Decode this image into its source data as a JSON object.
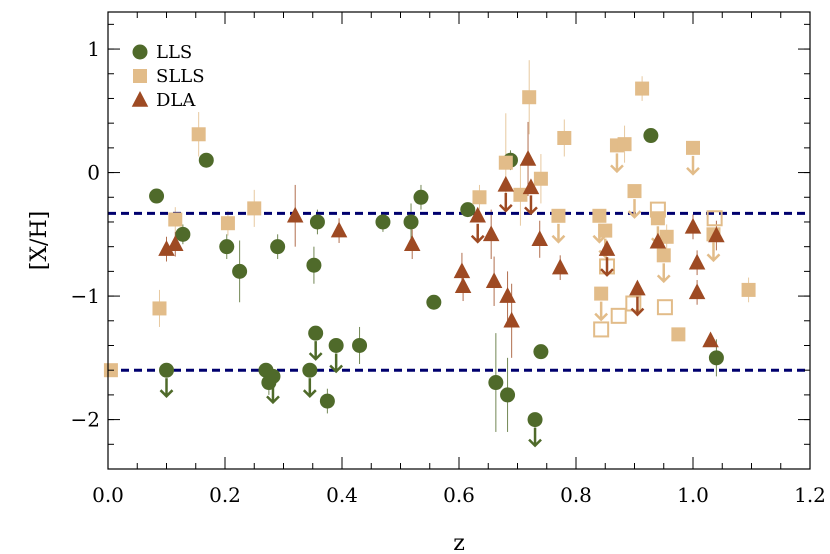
{
  "chart_data": {
    "type": "scatter",
    "xlabel": "z",
    "ylabel": "[X/H]",
    "xlim": [
      0.0,
      1.2
    ],
    "ylim": [
      -2.4,
      1.3
    ],
    "x_ticks": [
      0.0,
      0.2,
      0.4,
      0.6,
      0.8,
      1.0,
      1.2
    ],
    "y_ticks": [
      1,
      0,
      -1,
      -2
    ],
    "x_tick_labels": [
      "0.0",
      "0.2",
      "0.4",
      "0.6",
      "0.8",
      "1.0",
      "1.2"
    ],
    "y_tick_labels": [
      "1",
      "0",
      "−1",
      "−2"
    ],
    "grid": false,
    "legend_position": "top-left",
    "hlines": [
      {
        "y": -0.33,
        "color": "#00006e",
        "style": "dashed"
      },
      {
        "y": -1.6,
        "color": "#00006e",
        "style": "dashed"
      }
    ],
    "series": [
      {
        "name": "LLS",
        "marker": "circle",
        "color": "#4f6a2a",
        "points": [
          {
            "x": 0.083,
            "y": -0.19,
            "err": 0.05
          },
          {
            "x": 0.1,
            "y": -1.6,
            "upper_limit": true
          },
          {
            "x": 0.128,
            "y": -0.5,
            "err": 0.08
          },
          {
            "x": 0.168,
            "y": 0.1,
            "err": 0.05
          },
          {
            "x": 0.203,
            "y": -0.6,
            "err": 0.1
          },
          {
            "x": 0.225,
            "y": -0.8,
            "err": 0.25
          },
          {
            "x": 0.27,
            "y": -1.6,
            "err": 0.05
          },
          {
            "x": 0.275,
            "y": -1.7,
            "err": 0.1
          },
          {
            "x": 0.282,
            "y": -1.65,
            "upper_limit": true
          },
          {
            "x": 0.29,
            "y": -0.6,
            "err": 0.1
          },
          {
            "x": 0.345,
            "y": -1.6,
            "upper_limit": true
          },
          {
            "x": 0.352,
            "y": -0.75,
            "err": 0.15
          },
          {
            "x": 0.355,
            "y": -1.3,
            "upper_limit": true
          },
          {
            "x": 0.358,
            "y": -0.4,
            "err": 0.1
          },
          {
            "x": 0.375,
            "y": -1.85,
            "err": 0.1
          },
          {
            "x": 0.39,
            "y": -1.4,
            "upper_limit": true
          },
          {
            "x": 0.43,
            "y": -1.4,
            "err": 0.15
          },
          {
            "x": 0.47,
            "y": -0.4,
            "err": 0.08
          },
          {
            "x": 0.518,
            "y": -0.4,
            "err": 0.15
          },
          {
            "x": 0.535,
            "y": -0.2,
            "err": 0.1
          },
          {
            "x": 0.557,
            "y": -1.05,
            "err": 0.05
          },
          {
            "x": 0.615,
            "y": -0.3,
            "err": 0.05
          },
          {
            "x": 0.663,
            "y": -1.7,
            "err": 0.4
          },
          {
            "x": 0.683,
            "y": -1.8,
            "err": 0.3
          },
          {
            "x": 0.688,
            "y": 0.1,
            "err": 0.08
          },
          {
            "x": 0.73,
            "y": -2.0,
            "upper_limit": true
          },
          {
            "x": 0.74,
            "y": -1.45,
            "err": 0.05
          },
          {
            "x": 0.928,
            "y": 0.3,
            "err": 0.05
          },
          {
            "x": 1.04,
            "y": -1.5,
            "err": 0.15
          }
        ]
      },
      {
        "name": "SLLS",
        "marker": "square",
        "color": "#e2bc89",
        "points": [
          {
            "x": 0.005,
            "y": -1.6,
            "err": 0.05
          },
          {
            "x": 0.088,
            "y": -1.1,
            "err": 0.15
          },
          {
            "x": 0.115,
            "y": -0.38,
            "err": 0.1
          },
          {
            "x": 0.155,
            "y": 0.31,
            "err": 0.18
          },
          {
            "x": 0.205,
            "y": -0.41,
            "err": 0.1
          },
          {
            "x": 0.25,
            "y": -0.29,
            "err": 0.15
          },
          {
            "x": 0.635,
            "y": -0.2,
            "err": 0.1
          },
          {
            "x": 0.68,
            "y": 0.08,
            "err": 0.4
          },
          {
            "x": 0.705,
            "y": -0.18,
            "err": 0.25
          },
          {
            "x": 0.72,
            "y": 0.61,
            "err": 0.3
          },
          {
            "x": 0.74,
            "y": -0.05,
            "err": 0.2
          },
          {
            "x": 0.77,
            "y": -0.35,
            "upper_limit": true
          },
          {
            "x": 0.78,
            "y": 0.28,
            "err": 0.15
          },
          {
            "x": 0.84,
            "y": -0.35,
            "upper_limit": true
          },
          {
            "x": 0.843,
            "y": -0.98,
            "upper_limit": true
          },
          {
            "x": 0.85,
            "y": -0.47,
            "upper_limit": true
          },
          {
            "x": 0.87,
            "y": 0.22,
            "upper_limit": true
          },
          {
            "x": 0.883,
            "y": 0.23,
            "err": 0.15
          },
          {
            "x": 0.9,
            "y": -0.15,
            "upper_limit": true
          },
          {
            "x": 0.913,
            "y": 0.68,
            "err": 0.1
          },
          {
            "x": 0.94,
            "y": -0.37,
            "upper_limit": true
          },
          {
            "x": 0.95,
            "y": -0.67,
            "upper_limit": true
          },
          {
            "x": 0.955,
            "y": -0.52,
            "err": 0.1
          },
          {
            "x": 0.975,
            "y": -1.31,
            "err": 0.05
          },
          {
            "x": 1.0,
            "y": 0.2,
            "upper_limit": true
          },
          {
            "x": 1.035,
            "y": -0.5,
            "upper_limit": true
          },
          {
            "x": 1.095,
            "y": -0.95,
            "err": 0.1
          }
        ],
        "open_points": [
          {
            "x": 0.843,
            "y": -1.27
          },
          {
            "x": 0.853,
            "y": -0.76
          },
          {
            "x": 0.873,
            "y": -1.16
          },
          {
            "x": 0.898,
            "y": -1.06
          },
          {
            "x": 0.94,
            "y": -0.3
          },
          {
            "x": 0.952,
            "y": -1.09
          },
          {
            "x": 1.037,
            "y": -0.37
          }
        ]
      },
      {
        "name": "DLA",
        "marker": "triangle",
        "color": "#9e4a23",
        "points": [
          {
            "x": 0.1,
            "y": -0.62,
            "err": 0.1
          },
          {
            "x": 0.115,
            "y": -0.58,
            "err": 0.1
          },
          {
            "x": 0.32,
            "y": -0.35,
            "err": 0.25
          },
          {
            "x": 0.395,
            "y": -0.47,
            "err": 0.1
          },
          {
            "x": 0.52,
            "y": -0.58,
            "err": 0.12
          },
          {
            "x": 0.605,
            "y": -0.8,
            "err": 0.15
          },
          {
            "x": 0.607,
            "y": -0.92,
            "err": 0.12
          },
          {
            "x": 0.632,
            "y": -0.35,
            "upper_limit": true
          },
          {
            "x": 0.655,
            "y": -0.5,
            "err": 0.2
          },
          {
            "x": 0.66,
            "y": -0.88,
            "err": 0.2
          },
          {
            "x": 0.68,
            "y": -0.1,
            "upper_limit": true
          },
          {
            "x": 0.683,
            "y": -1.0,
            "err": 0.2
          },
          {
            "x": 0.69,
            "y": -1.2,
            "err": 0.3
          },
          {
            "x": 0.718,
            "y": 0.11,
            "err": 0.3
          },
          {
            "x": 0.723,
            "y": -0.12,
            "upper_limit": true
          },
          {
            "x": 0.738,
            "y": -0.54,
            "err": 0.15
          },
          {
            "x": 0.773,
            "y": -0.77,
            "err": 0.1
          },
          {
            "x": 0.853,
            "y": -0.62,
            "upper_limit": true
          },
          {
            "x": 0.905,
            "y": -0.94,
            "upper_limit": true
          },
          {
            "x": 0.94,
            "y": -0.56,
            "err": 0.1
          },
          {
            "x": 1.0,
            "y": -0.44,
            "err": 0.1
          },
          {
            "x": 1.007,
            "y": -0.73,
            "err": 0.1
          },
          {
            "x": 1.007,
            "y": -0.97,
            "err": 0.1
          },
          {
            "x": 1.03,
            "y": -1.36,
            "err": 0.05
          },
          {
            "x": 1.04,
            "y": -0.51,
            "err": 0.12
          }
        ]
      }
    ]
  }
}
